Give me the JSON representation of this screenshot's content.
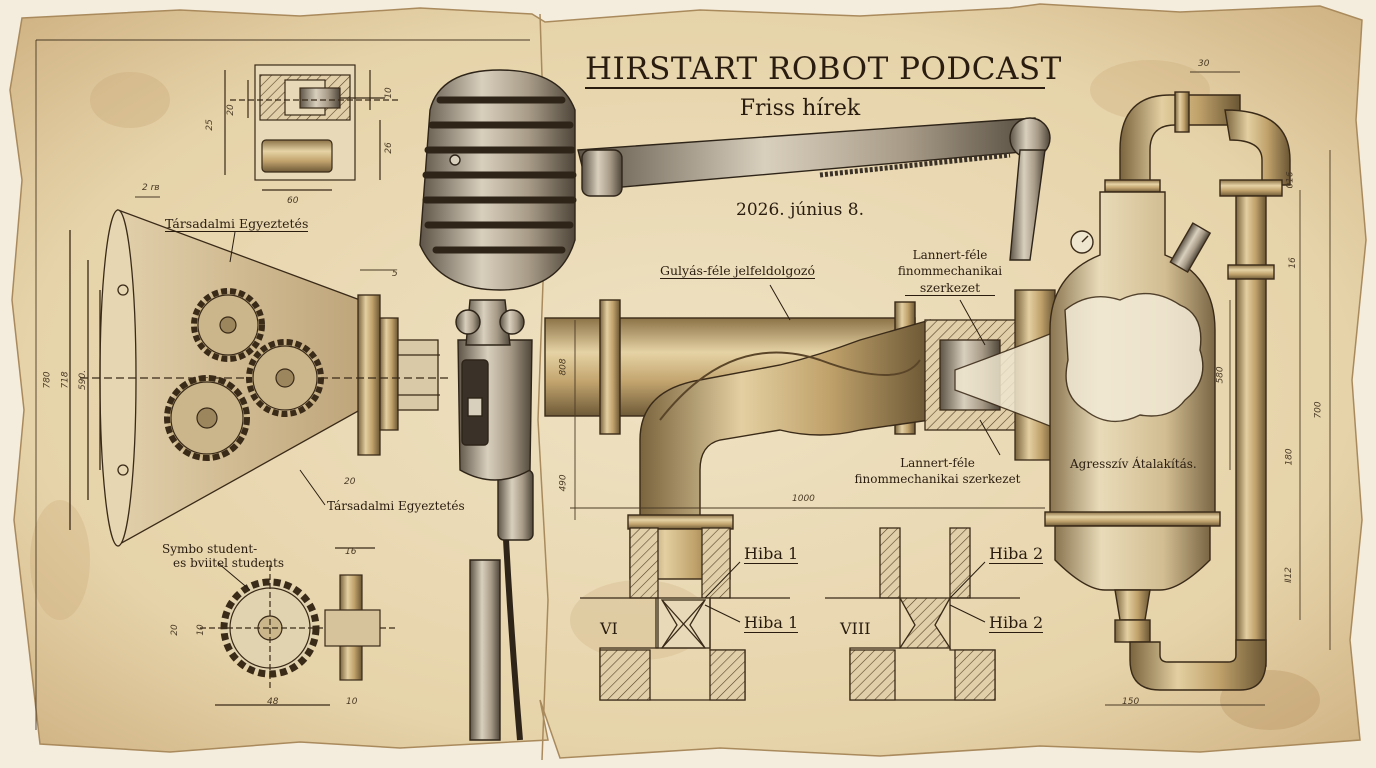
{
  "header": {
    "title": "HIRSTART ROBOT PODCAST",
    "subtitle": "Friss hírek",
    "date": "2026. június 8."
  },
  "labels": {
    "tarsadalmi_top": "Társadalmi Egyeztetés",
    "tarsadalmi_bottom": "Társadalmi Egyeztetés",
    "symbo_line1": "Symbo student-",
    "symbo_line2": "es bviitel students",
    "gulyas": "Gulyás-féle jelfeldolgozó",
    "lannert_top_line1": "Lannert-féle",
    "lannert_top_line2": "finommechanikai",
    "lannert_top_line3": "szerkezet",
    "lannert_bottom_line1": "Lannert-féle",
    "lannert_bottom_line2": "finommechanikai szerkezet",
    "agressziv": "Agresszív Átalakítás.",
    "hiba1_top": "Hiba 1",
    "hiba1_bottom": "Hiba 1",
    "hiba2_top": "Hiba 2",
    "hiba2_bottom": "Hiba 2",
    "roman_vi": "VI",
    "roman_viii": "VIII"
  },
  "dimensions": {
    "d_2re": "2 rв",
    "d_60": "60",
    "d_20a": "20",
    "d_25": "25",
    "d_10a": "10",
    "d_26": "26",
    "d_5": "5",
    "d_780": "780",
    "d_718": "718",
    "d_590": "590.",
    "d_20b": "20",
    "d_16a": "16",
    "d_20c": "20",
    "d_10b": "10",
    "d_48": "48",
    "d_10c": "10",
    "d_808": "808",
    "d_490": "490",
    "d_1000": "1000",
    "d_30": "30",
    "d_016": "016",
    "d_16b": "16",
    "d_580": "580",
    "d_180": "180",
    "d_700": "700",
    "d_1112": "Ⅱ12",
    "d_150": "150"
  },
  "colors": {
    "paper": "#ecdcb8",
    "ink": "#2a1d10",
    "brass": "#b99b63"
  }
}
